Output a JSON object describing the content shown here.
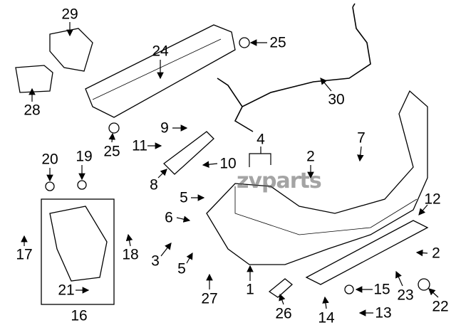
{
  "diagram": {
    "callouts": [
      "29",
      "24",
      "25",
      "28",
      "30",
      "25",
      "9",
      "11",
      "10",
      "4",
      "2",
      "7",
      "8",
      "20",
      "19",
      "5",
      "12",
      "6",
      "17",
      "18",
      "3",
      "5",
      "2",
      "1",
      "21",
      "27",
      "15",
      "23",
      "22",
      "16",
      "26",
      "14",
      "13"
    ],
    "watermark": "zvparts",
    "line_color": "#000000"
  }
}
